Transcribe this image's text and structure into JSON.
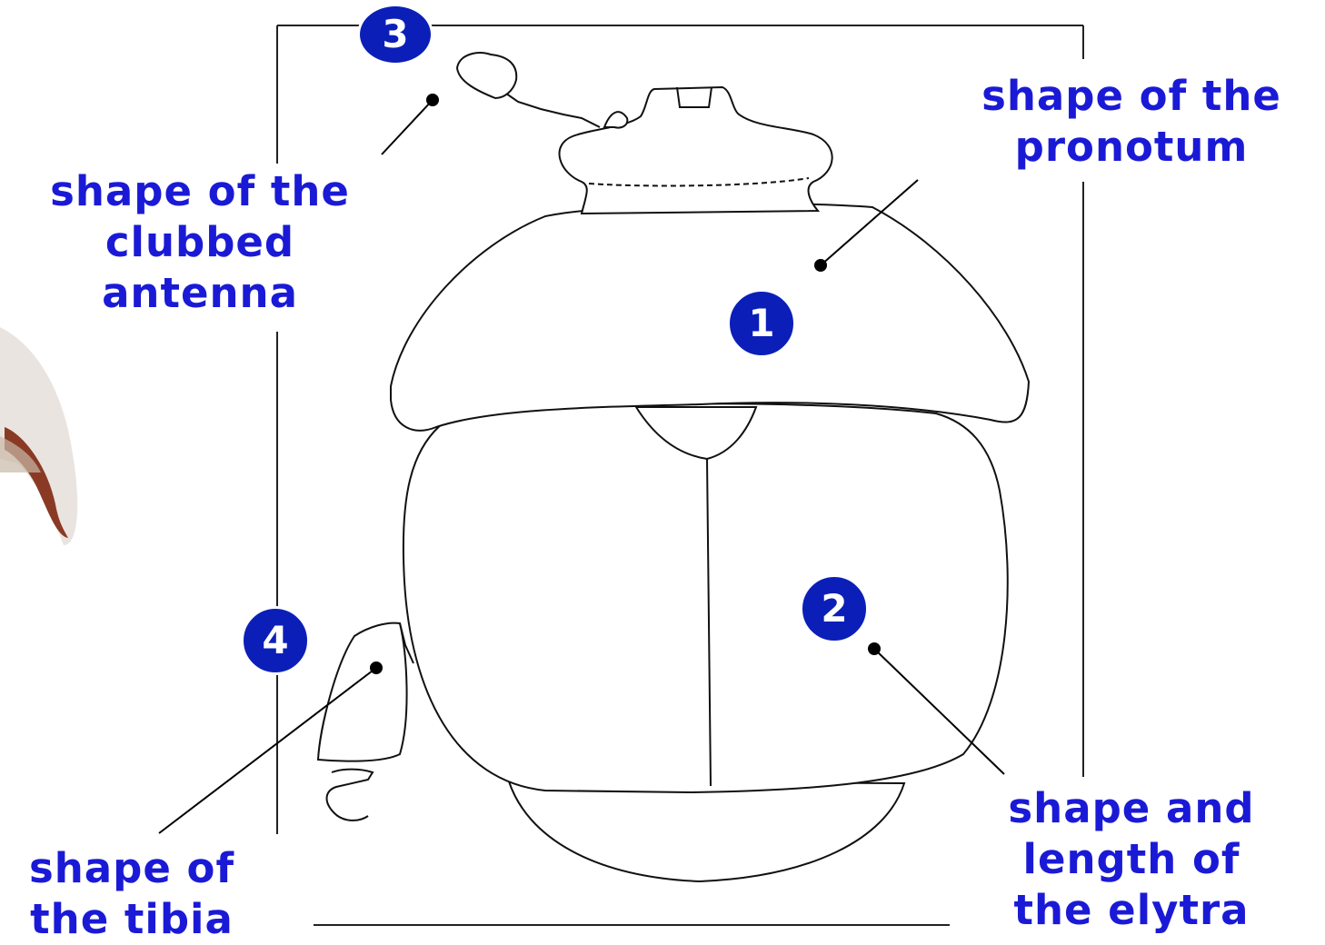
{
  "labels": {
    "pronotum": [
      "shape of the",
      "pronotum"
    ],
    "antenna": [
      "shape of the",
      "clubbed",
      "antenna"
    ],
    "elytra": [
      "shape and",
      "length of",
      "the elytra"
    ],
    "tibia": [
      "shape of",
      "the tibia"
    ]
  },
  "badges": {
    "one": "1",
    "two": "2",
    "three": "3",
    "four": "4"
  },
  "colors": {
    "label_text": "#1a1ad6",
    "badge_fill": "#0b1fb8",
    "line": "#000000"
  }
}
